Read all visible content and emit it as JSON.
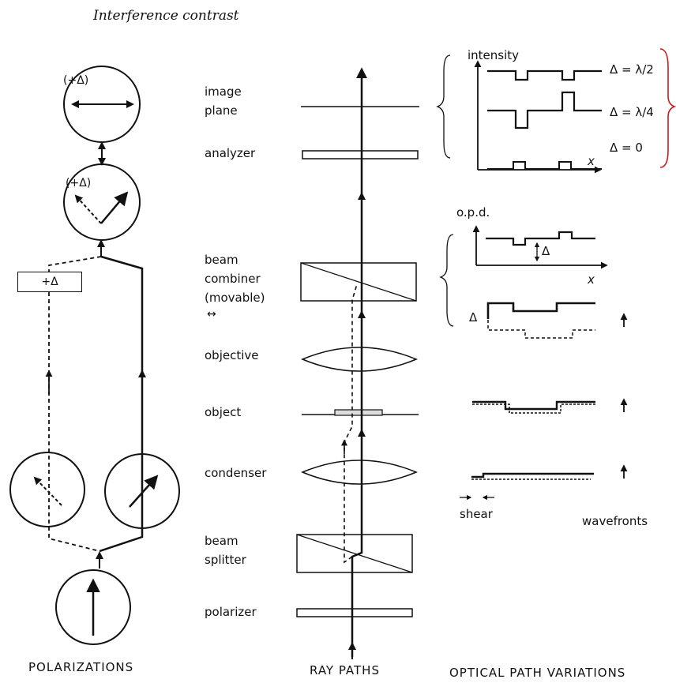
{
  "title": "Interference contrast",
  "polarizations": {
    "plus_delta_box": "+Δ",
    "circle_top_label": "(+Δ)",
    "circle_second_label": "(+Δ)",
    "footer": "POLARIZATIONS"
  },
  "ray_paths": {
    "labels": {
      "image_plane": "image\nplane",
      "analyzer": "analyzer",
      "beam_combiner": "beam\ncombiner\n(movable)",
      "objective": "objective",
      "object": "object",
      "condenser": "condenser",
      "beam_splitter": "beam\nsplitter",
      "polarizer": "polarizer"
    },
    "movable_arrow": "↔",
    "footer": "RAY PATHS"
  },
  "optical_path": {
    "intensity_label": "intensity",
    "intensity_x_label": "x",
    "traces": [
      "Δ = λ/2",
      "Δ = λ/4",
      "Δ = 0"
    ],
    "opd_label": "o.p.d.",
    "opd_x_label": "x",
    "opd_delta": "Δ",
    "wavefront_delta": "Δ",
    "shear_label": "shear",
    "wavefronts_label": "wavefronts",
    "footer": "OPTICAL PATH VARIATIONS"
  },
  "colors": {
    "ink": "#111111",
    "bracket": "#cc1a1a"
  }
}
